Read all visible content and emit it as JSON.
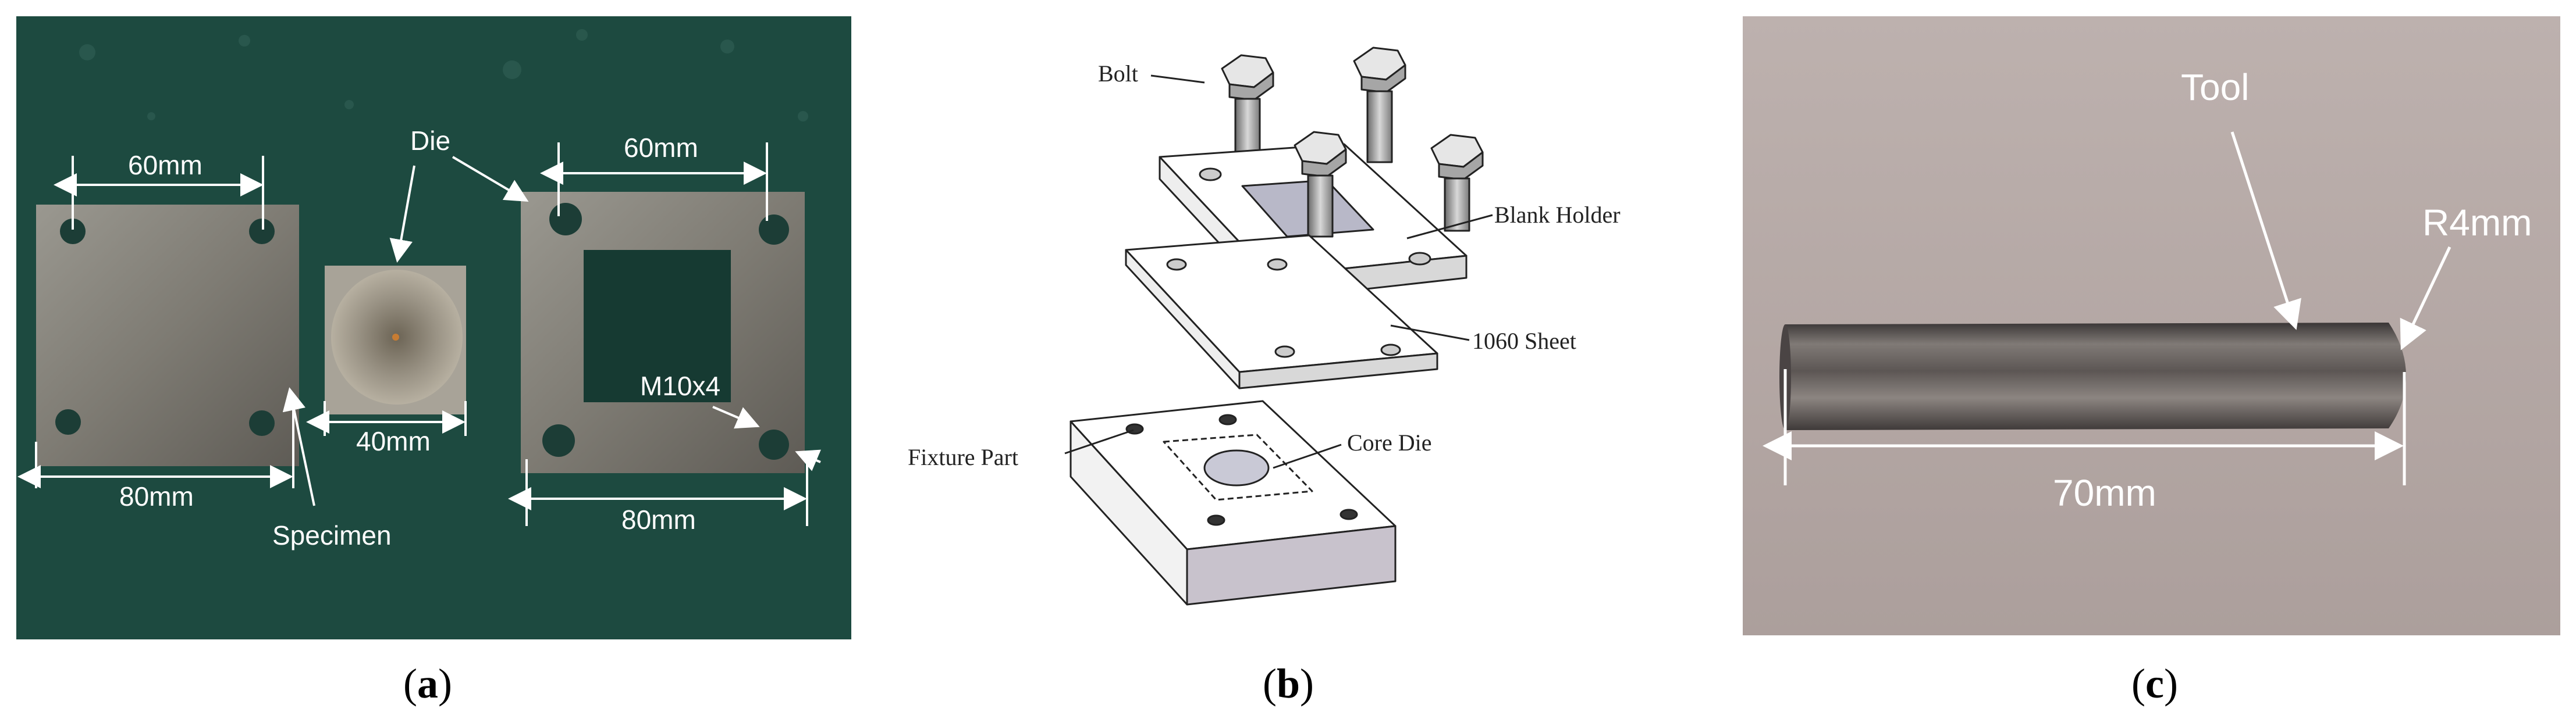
{
  "panel_a": {
    "labels": {
      "die": "Die",
      "dim_60_left": "60mm",
      "dim_60_right": "60mm",
      "dim_40": "40mm",
      "dim_80_left": "80mm",
      "dim_80_right": "80mm",
      "m10x4": "M10x4",
      "specimen": "Specimen"
    },
    "caption": {
      "open": "(",
      "letter": "a",
      "close": ")"
    }
  },
  "panel_b": {
    "labels": {
      "bolt": "Bolt",
      "blank_holder": "Blank Holder",
      "sheet": "1060 Sheet",
      "fixture_part": "Fixture Part",
      "core_die": "Core Die"
    },
    "caption": {
      "open": "(",
      "letter": "b",
      "close": ")"
    }
  },
  "panel_c": {
    "labels": {
      "tool": "Tool",
      "radius": "R4mm",
      "length": "70mm"
    },
    "caption": {
      "open": "(",
      "letter": "c",
      "close": ")"
    }
  },
  "colors": {
    "photo_a_background": "#1d4a40",
    "photo_c_background": "#b5a8a6",
    "annotation_white": "#ffffff",
    "drawing_line": "#222222"
  }
}
